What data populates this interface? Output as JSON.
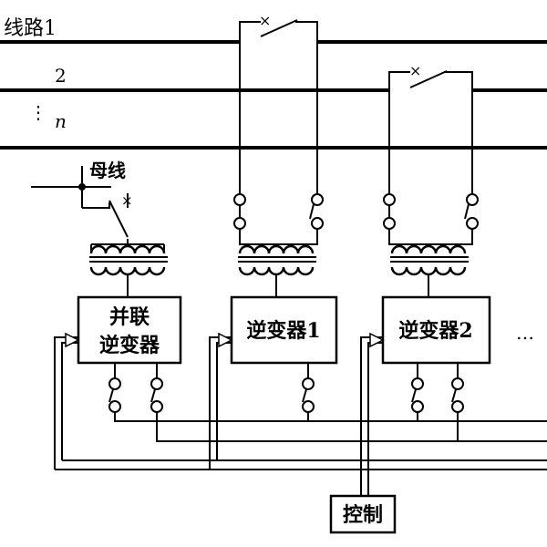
{
  "lines": {
    "line1_label": "线路1",
    "line2_label": "2",
    "line_n_dots": "⋮",
    "line_n_label": "n"
  },
  "bus": {
    "label": "母线"
  },
  "blocks": {
    "parallel_inverter_line1": "并联",
    "parallel_inverter_line2": "逆变器",
    "inverter1": "逆变器1",
    "inverter2": "逆变器2",
    "ellipsis": "…",
    "control": "控制"
  },
  "switch_mark": "×"
}
